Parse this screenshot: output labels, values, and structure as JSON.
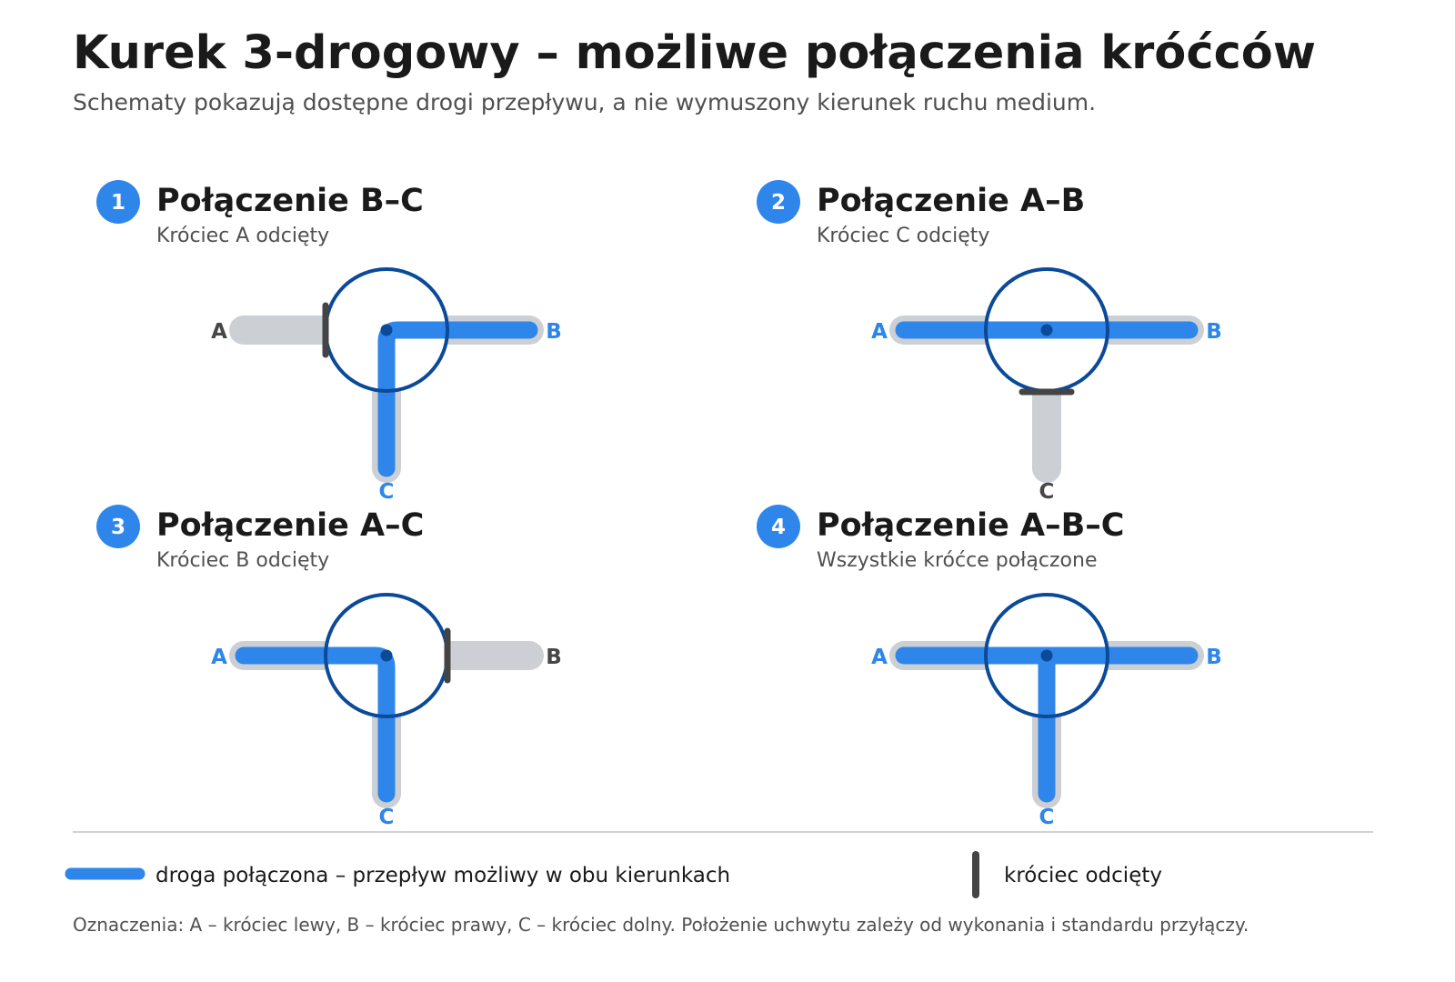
{
  "header": {
    "title": "Kurek 3-drogowy – możliwe połączenia króćców",
    "subtitle": "Schematy pokazują dostępne drogi przepływu, a nie wymuszony kierunek ruchu medium."
  },
  "colors": {
    "flow": "#2f86ea",
    "flow_label": "#2f86ea",
    "closed_label": "#474747",
    "pipe": "#ccd0d4",
    "valve_ring": "#0a4a98",
    "valve_center": "#0a4a98",
    "cap": "#444444",
    "badge": "#2f86ea"
  },
  "panels": [
    {
      "number": "1",
      "title": "Połączenie B–C",
      "subtitle": "Króciec A odcięty",
      "ports": {
        "A": "A",
        "B": "B",
        "C": "C"
      },
      "connected": [
        "B",
        "C"
      ],
      "closed": [
        "A"
      ]
    },
    {
      "number": "2",
      "title": "Połączenie A–B",
      "subtitle": "Króciec C odcięty",
      "ports": {
        "A": "A",
        "B": "B",
        "C": "C"
      },
      "connected": [
        "A",
        "B"
      ],
      "closed": [
        "C"
      ]
    },
    {
      "number": "3",
      "title": "Połączenie A–C",
      "subtitle": "Króciec B odcięty",
      "ports": {
        "A": "A",
        "B": "B",
        "C": "C"
      },
      "connected": [
        "A",
        "C"
      ],
      "closed": [
        "B"
      ]
    },
    {
      "number": "4",
      "title": "Połączenie A–B–C",
      "subtitle": "Wszystkie króćce połączone",
      "ports": {
        "A": "A",
        "B": "B",
        "C": "C"
      },
      "connected": [
        "A",
        "B",
        "C"
      ],
      "closed": []
    }
  ],
  "legend": {
    "connected": "droga połączona – przepływ możliwy w obu kierunkach",
    "closed": "króciec odcięty"
  },
  "footnote": "Oznaczenia: A – króciec lewy, B – króciec prawy, C – króciec dolny. Położenie uchwytu zależy od wykonania i standardu przyłączy."
}
